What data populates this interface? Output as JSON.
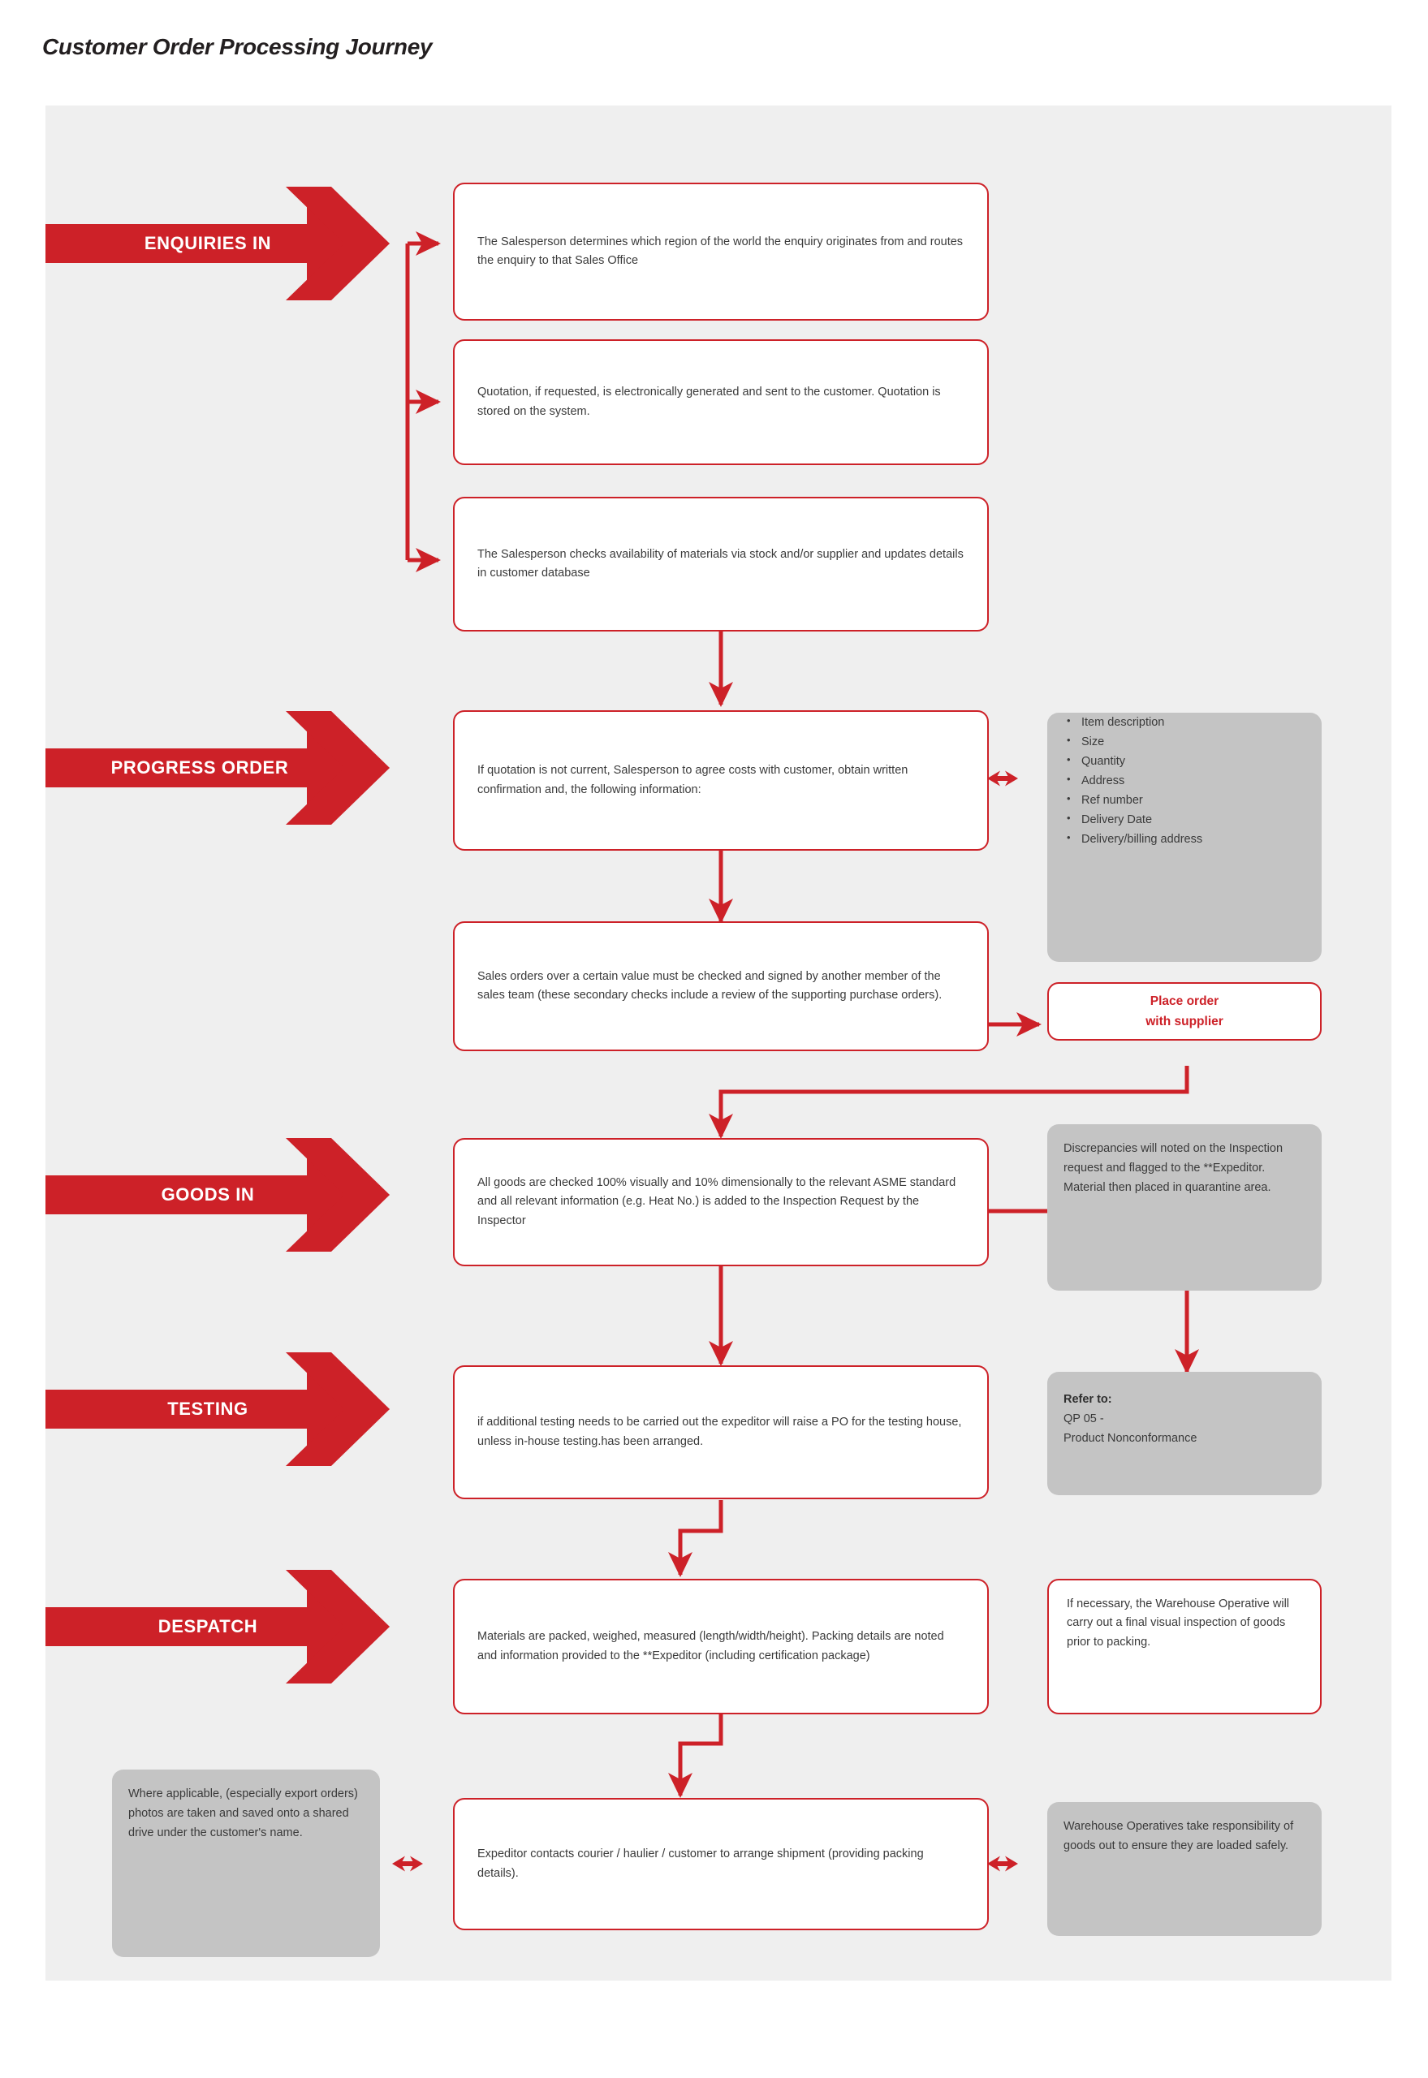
{
  "page": {
    "title": "Customer Order Processing Journey",
    "accent_color": "#cd2128",
    "panel_color": "#efefef",
    "note_color": "#c4c4c4",
    "box_border_color": "#cd2128",
    "text_color": "#3a3a3a"
  },
  "stages": [
    {
      "label": "ENQUIRIES IN"
    },
    {
      "label": "PROGRESS ORDER"
    },
    {
      "label": "GOODS IN"
    },
    {
      "label": "TESTING"
    },
    {
      "label": "DESPATCH"
    }
  ],
  "process_boxes": {
    "enquiry_route": "The Salesperson determines which region of the world the enquiry originates from and routes the enquiry to that Sales Office",
    "quotation": "Quotation, if requested, is electronically generated and sent to the customer. Quotation is stored on the system.",
    "availability": "The Salesperson checks availability of materials via stock and/or supplier and updates details in customer database",
    "agree_costs": "If quotation is not current, Salesperson to agree costs with customer, obtain written confirmation and, the following information:",
    "sales_order_check": "Sales orders over a certain value must be checked and signed by another member of the sales team (these secondary checks include a review of the supporting purchase orders).",
    "place_order_line1": "Place order",
    "place_order_line2": "with supplier",
    "goods_check": "All goods are checked 100% visually and 10% dimensionally to the relevant ASME standard and all relevant information (e.g. Heat No.) is added to the Inspection Request by the Inspector",
    "testing": "if additional testing needs to be carried out the expeditor will raise a PO for the testing house, unless in-house testing.has been arranged.",
    "packing": "Materials are packed, weighed, measured (length/width/height). Packing details are noted and information provided to the **Expeditor (including certification package)",
    "shipment": "Expeditor contacts courier / haulier / customer to arrange shipment (providing packing details)."
  },
  "note_boxes": {
    "order_info_items": [
      "Item description",
      "Size",
      "Quantity",
      "Address",
      "Ref number",
      "Delivery Date",
      "Delivery/billing address"
    ],
    "discrepancies": "Discrepancies will noted on the Inspection request and flagged to the **Expeditor. Material then placed in quarantine area.",
    "refer_to_heading": "Refer to:",
    "refer_to_line1": "QP 05 -",
    "refer_to_line2": "Product Nonconformance",
    "final_inspection": "If necessary, the Warehouse Operative will carry out a final visual inspection of goods prior to packing.",
    "photos": "Where applicable, (especially export orders) photos are taken and saved onto a shared drive under the customer's name.",
    "loading": "Warehouse Operatives take responsibility of goods out to ensure they are loaded safely."
  },
  "icons": {
    "bidirectional_arrow": "double-headed-arrow",
    "flow_arrow": "arrow-right",
    "down_arrow": "arrow-down"
  }
}
